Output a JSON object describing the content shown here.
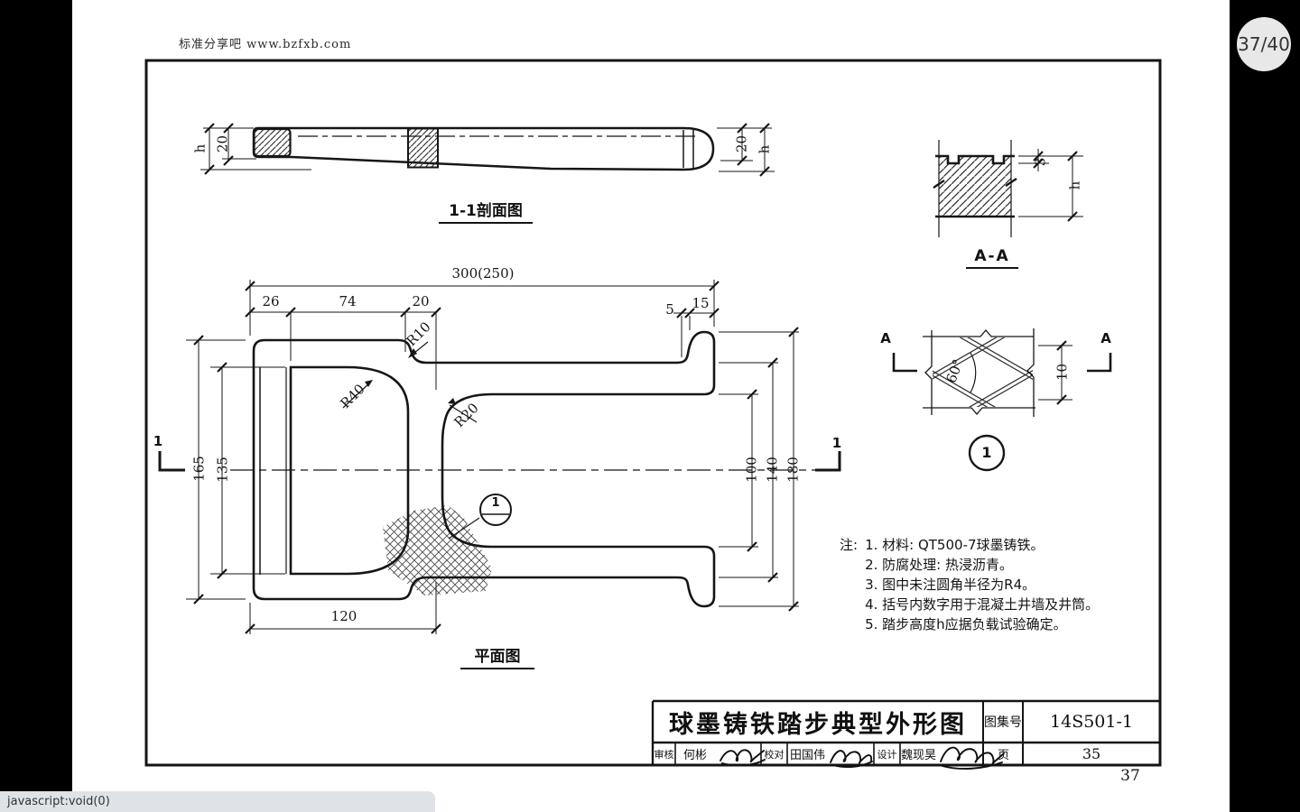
{
  "watermark": "标准分享吧 www.bzfxb.com",
  "badge": {
    "text": "37/40"
  },
  "status_bar": {
    "text": "javascript:void(0)"
  },
  "colors": {
    "canvas_bg": "#000000",
    "page_bg": "#ffffff",
    "line": "#161616",
    "status_bg": "#dfe3e8",
    "badge_bg": "#e8e8e8"
  },
  "views": {
    "section_label": "1-1剖面图",
    "plan_label": "平面图",
    "aa_label": "A-A"
  },
  "dims": {
    "overall": "300(250)",
    "seg26": "26",
    "seg74": "74",
    "seg20": "20",
    "seg5": "5",
    "seg15": "15",
    "t20": "20",
    "h": "h",
    "v165": "165",
    "v135": "135",
    "v120": "120",
    "v100": "100",
    "v140": "140",
    "v180": "180",
    "r10": "R10",
    "r40": "R40",
    "r20": "R20",
    "notch3": "3",
    "p10": "10",
    "angle60": "60°"
  },
  "markers": {
    "section_number": "1",
    "detail_letter": "A",
    "detail_number": "1"
  },
  "notes": {
    "prefix": "注:",
    "items": [
      "1. 材料: QT500-7球墨铸铁。",
      "2. 防腐处理: 热浸沥青。",
      "3. 图中未注圆角半径为R4。",
      "4. 括号内数字用于混凝土井墙及井筒。",
      "5. 踏步高度h应据负载试验确定。"
    ]
  },
  "title_block": {
    "title": "球墨铸铁踏步典型外形图",
    "atlas_label": "图集号",
    "atlas_no": "14S501-1",
    "page_label": "页",
    "page_no": "35",
    "review_label": "审核",
    "reviewer": "何彬",
    "check_label": "校对",
    "checker": "田国伟",
    "design_label": "设计",
    "designer": "魏现昊"
  },
  "page_number": "37"
}
